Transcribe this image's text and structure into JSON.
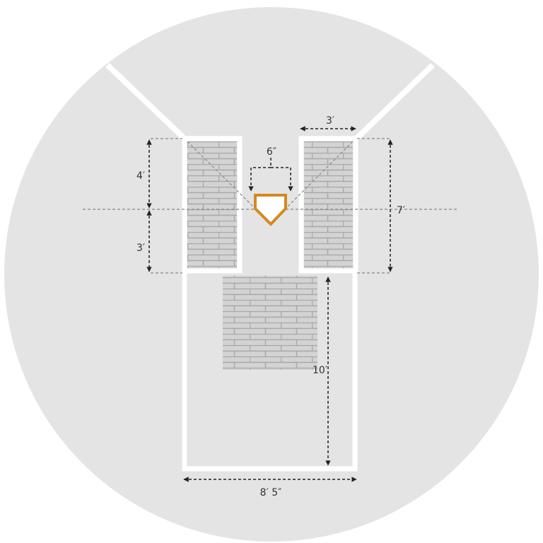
{
  "diagram": {
    "labels": {
      "batter_box_front": "4′",
      "batter_box_back": "3′",
      "batter_box_length": "7′",
      "batter_box_width": "3′",
      "plate_gap": "6″",
      "catcher_box_length": "10′",
      "catcher_box_width": "8′ 5″"
    },
    "colors": {
      "field": "#e4e4e4",
      "lines": "#ffffff",
      "home_plate": "#d4891f",
      "brick": "#d3d3d3",
      "mortar": "#a9a9a9",
      "dimension": "#222222"
    }
  }
}
